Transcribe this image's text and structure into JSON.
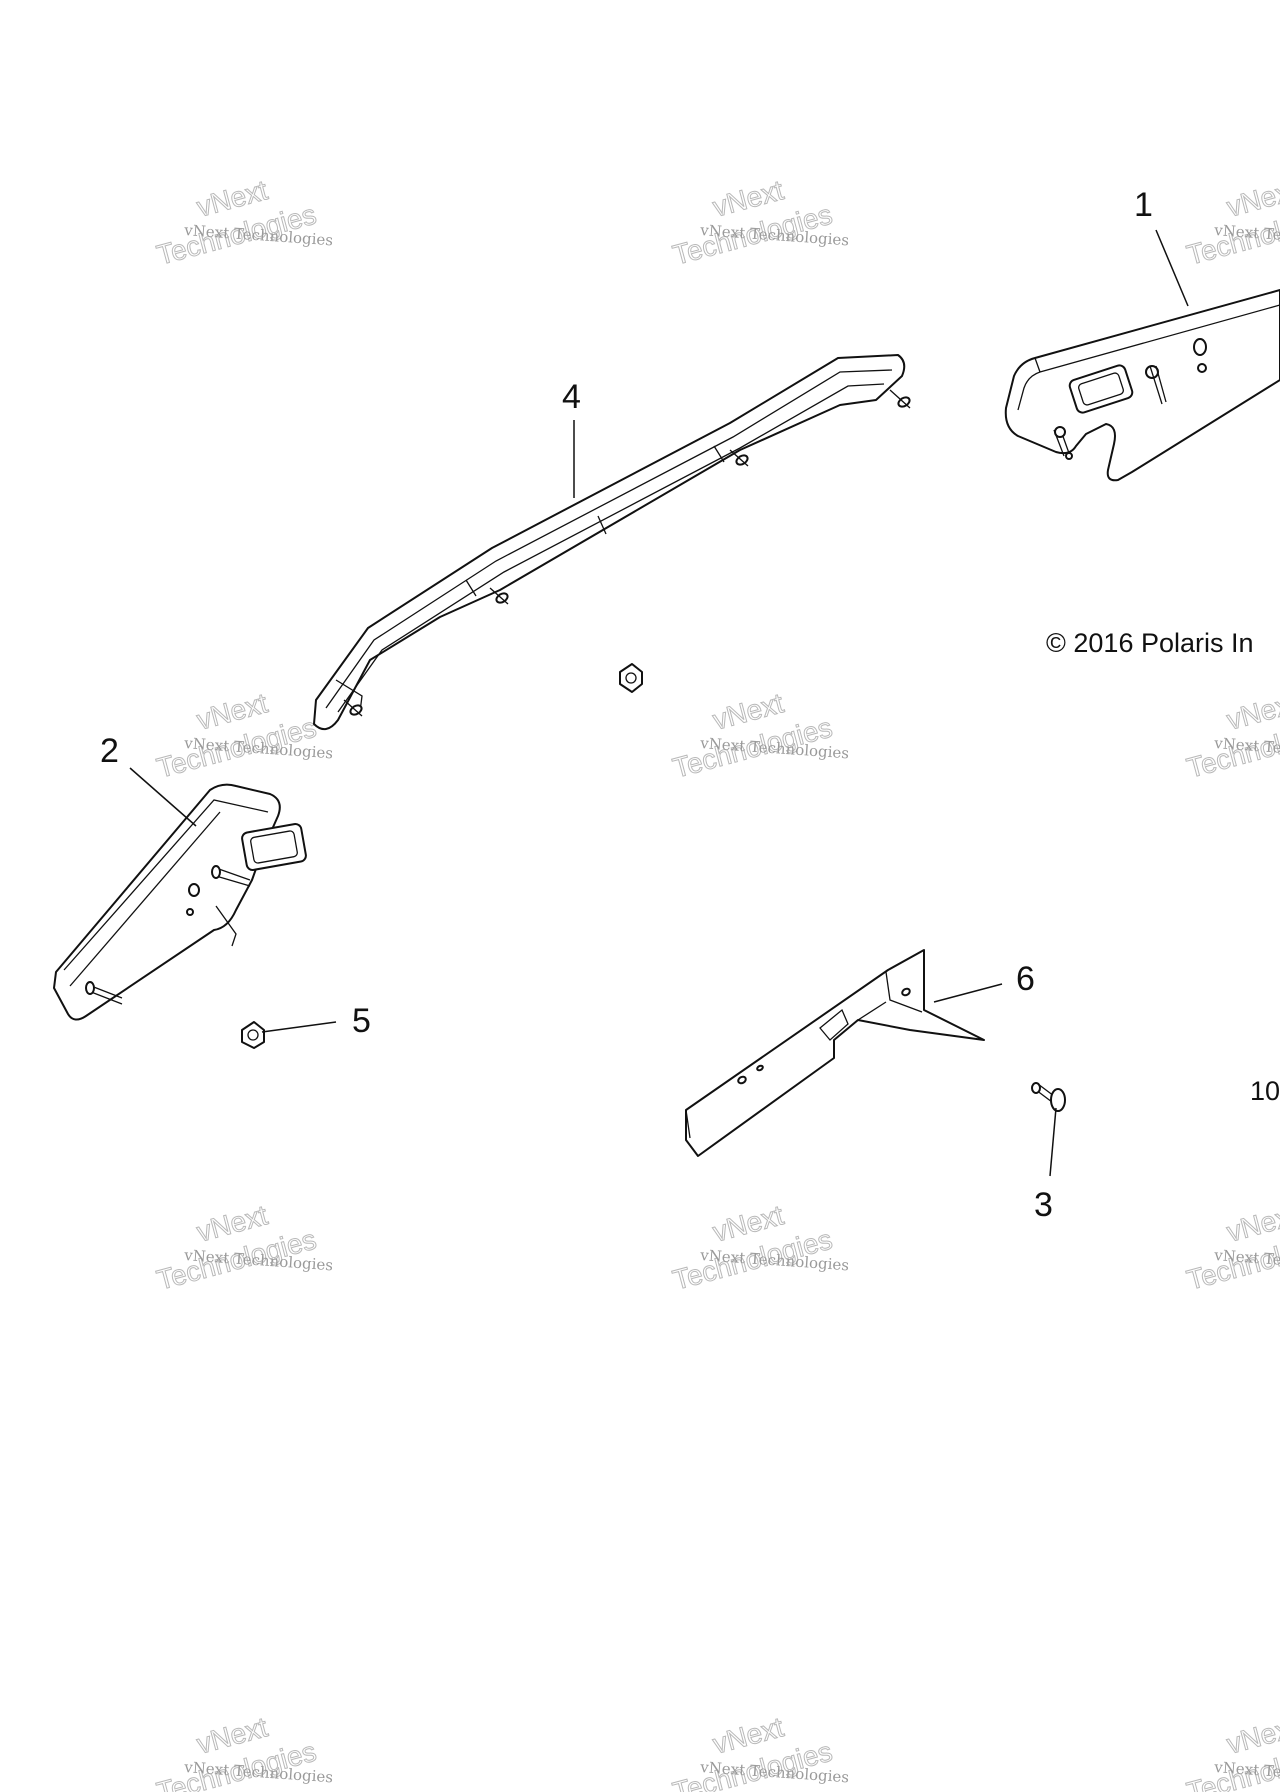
{
  "callouts": [
    {
      "id": "1",
      "label": "1"
    },
    {
      "id": "2",
      "label": "2"
    },
    {
      "id": "3",
      "label": "3"
    },
    {
      "id": "4",
      "label": "4"
    },
    {
      "id": "5",
      "label": "5"
    },
    {
      "id": "6",
      "label": "6"
    }
  ],
  "copyright": "© 2016 Polaris In",
  "partial_label": "10",
  "watermark": {
    "line1": "vNext Technologies",
    "line2": "vNext",
    "line3": "Technologies"
  },
  "colors": {
    "background": "#ffffff",
    "line": "#111111",
    "watermark": "#a0a0a0"
  }
}
